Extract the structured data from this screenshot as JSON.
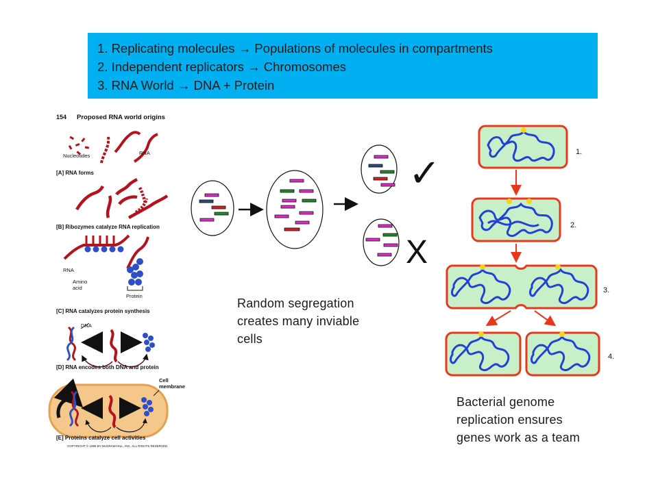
{
  "banner": {
    "lines": [
      {
        "prefix": "1. Replicating molecules ",
        "arrow": "→",
        "suffix": " Populations of molecules in compartments"
      },
      {
        "prefix": "2. Independent replicators ",
        "arrow": "→",
        "suffix": " Chromosomes"
      },
      {
        "prefix": "3. RNA World ",
        "arrow": "→",
        "suffix": " DNA + Protein"
      }
    ]
  },
  "rna_figure": {
    "page_number": "154",
    "title": "Proposed RNA world origins",
    "labels": {
      "nucleotides": "Nucleotides",
      "rna": "RNA",
      "rna2": "RNA",
      "amino_acid_1": "Amino",
      "amino_acid_2": "acid",
      "protein": "Protein",
      "dna": "DNA",
      "cell_membrane_1": "Cell",
      "cell_membrane_2": "membrane"
    },
    "panels": [
      "[A] RNA forms",
      "[B] Ribozymes catalyze RNA replication",
      "[C] RNA catalyzes protein synthesis",
      "[D] RNA encodes both DNA and protein",
      "[E] Proteins catalyze cell activities"
    ],
    "copyright": "COPYRIGHT © 1995 BY McGRAW-HILL, INC. ALL RIGHTS RESERVED."
  },
  "segregation": {
    "check_mark": "✓",
    "x_mark": "X",
    "caption_lines": [
      "Random segregation",
      "creates many inviable",
      "cells"
    ]
  },
  "bacteria": {
    "step_labels": [
      "1.",
      "2.",
      "3.",
      "4."
    ],
    "caption_lines": [
      "Bacterial genome",
      "replication ensures",
      "genes work as a team"
    ]
  },
  "colors": {
    "banner": "#00b0f0",
    "rna": "#b5121b",
    "protein": "#2d4fc9",
    "cell_fill": "#c8f0c8",
    "cell_border": "#e8381c",
    "gene_magenta": "#e02cc8",
    "gene_red": "#d42020",
    "gene_green": "#1f8a2a",
    "gene_navy": "#2b4a7a"
  }
}
